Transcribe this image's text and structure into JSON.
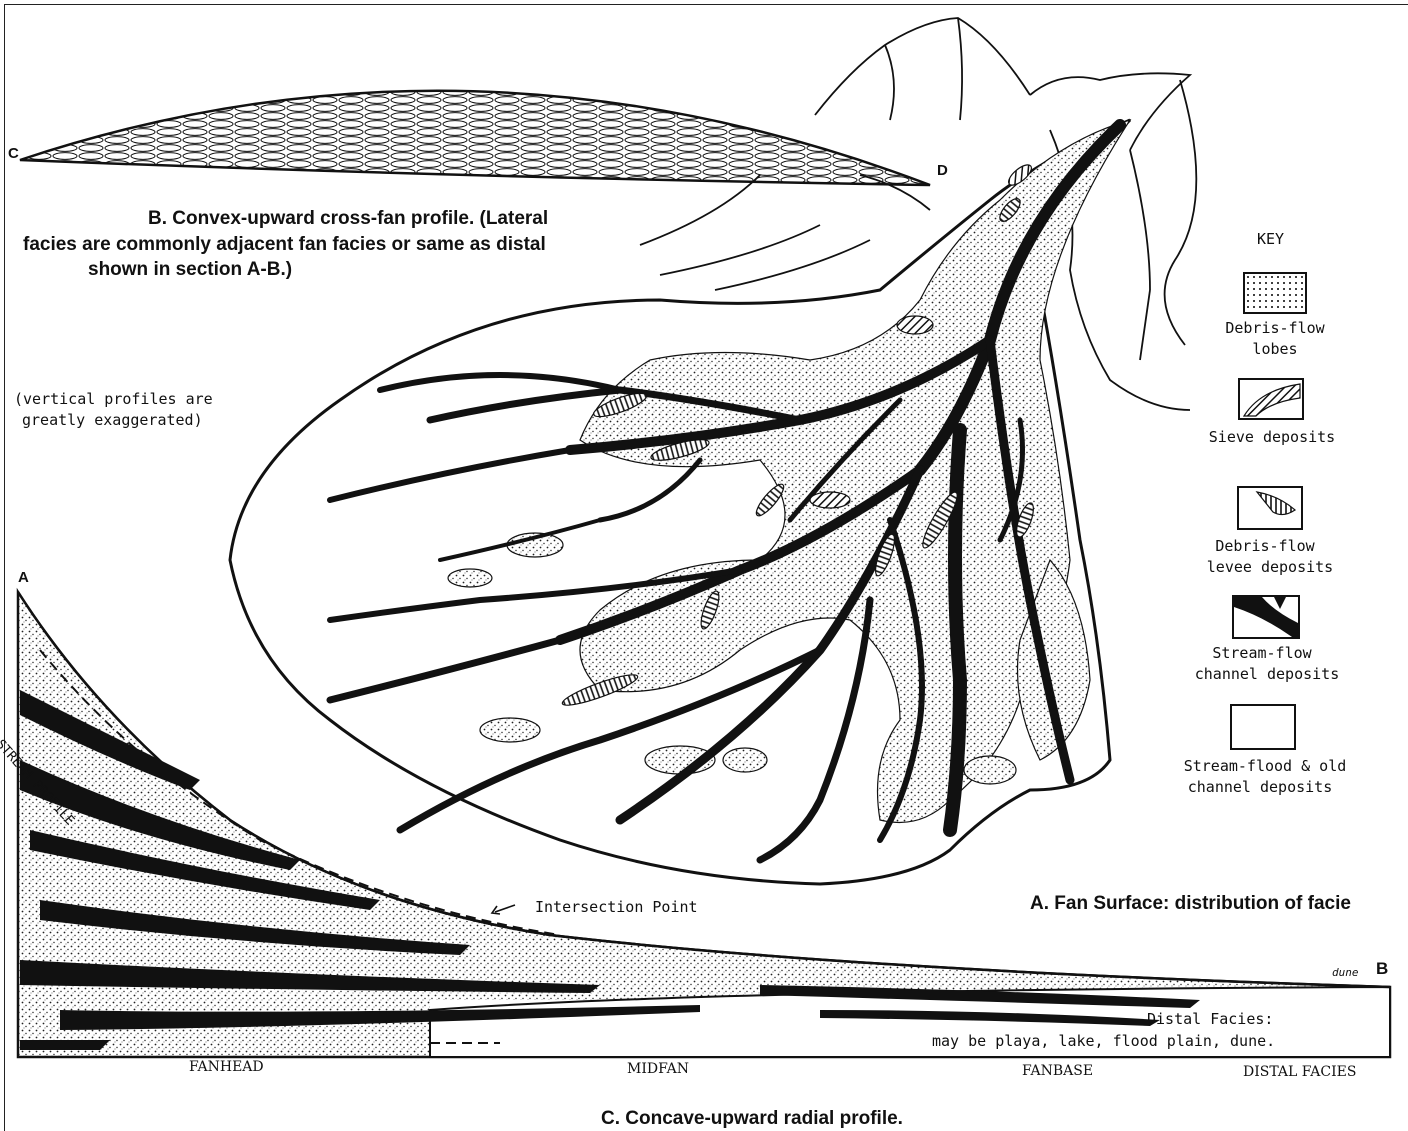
{
  "section_b": {
    "label_c": "C",
    "label_d": "D",
    "caption_lines": [
      "B. Convex-upward cross-fan profile. (Lateral",
      "facies are commonly adjacent fan facies or same as distal",
      "shown in section A-B.)"
    ]
  },
  "note": {
    "lines": [
      "(vertical profiles are",
      "greatly exaggerated)"
    ]
  },
  "key": {
    "title": "KEY",
    "items": [
      {
        "label_lines": [
          "Debris-flow",
          "lobes"
        ]
      },
      {
        "label_lines": [
          "Sieve deposits"
        ]
      },
      {
        "label_lines": [
          "Debris-flow",
          "levee deposits"
        ]
      },
      {
        "label_lines": [
          "Stream-flow",
          "channel deposits"
        ]
      },
      {
        "label_lines": [
          "Stream-flood & old",
          "channel deposits"
        ]
      }
    ]
  },
  "section_a": {
    "caption": "A. Fan Surface: distribution of facie"
  },
  "section_c": {
    "label_a": "A",
    "label_b": "B",
    "stream_profile": "STREAM PROFILE",
    "intersection": "Intersection Point",
    "dune": "dune",
    "distal_lines": [
      "Distal Facies:",
      "may be playa, lake, flood plain, dune."
    ],
    "zones": [
      "FANHEAD",
      "MIDFAN",
      "FANBASE",
      "DISTAL FACIES"
    ],
    "caption": "C. Concave-upward radial profile."
  }
}
